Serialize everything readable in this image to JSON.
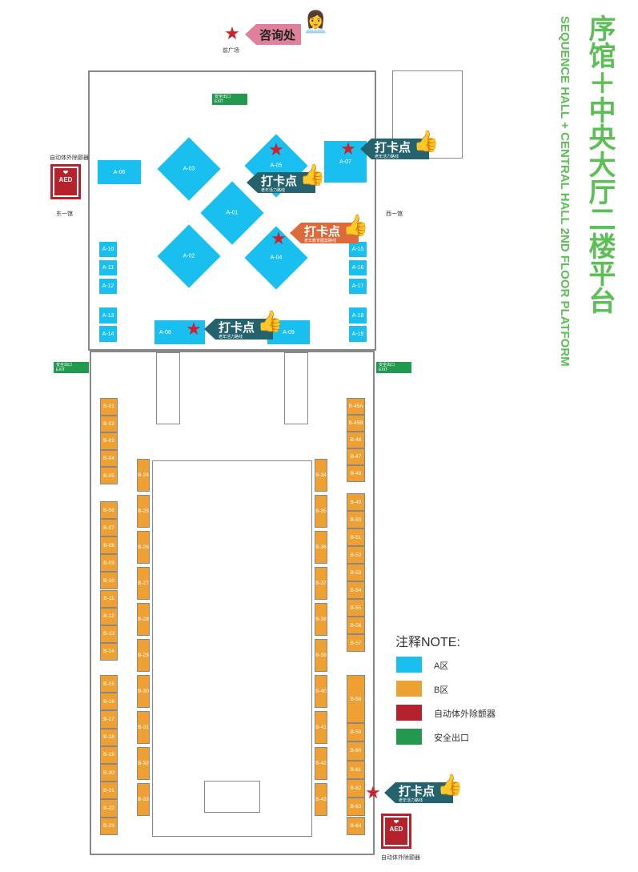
{
  "title_cn": "序馆＋中央大厅二楼平台",
  "title_en": "SEQUENCE HALL + CENTRAL HALL 2ND FLOOR PLATFORM",
  "info_desk": "咨询处",
  "front_plaza": "前广场",
  "east_hall": "东一馆",
  "west_hall": "西一馆",
  "exit_cn": "安全出口",
  "exit_en": "EXIT",
  "aed": "AED",
  "aed_label": "自动体外除颤器",
  "checkin": {
    "label": "打卡点",
    "sub_teal": "老年活力路线",
    "sub_orange": "老年教育图案路线"
  },
  "booths_a": [
    "A-01",
    "A-02",
    "A-03",
    "A-04",
    "A-05",
    "A-06",
    "A-07",
    "A-08",
    "A-09",
    "A-10",
    "A-11",
    "A-12",
    "A-13",
    "A-14",
    "A-15",
    "A-16",
    "A-17",
    "A-18",
    "A-19"
  ],
  "booths_b_left": [
    "B-01",
    "B-02",
    "B-03",
    "B-04",
    "B-05",
    "B-06",
    "B-07",
    "B-08",
    "B-09",
    "B-10",
    "B-11",
    "B-12",
    "B-13",
    "B-14",
    "B-15",
    "B-16",
    "B-17",
    "B-18",
    "B-19",
    "B-20",
    "B-21",
    "B-22",
    "B-23"
  ],
  "booths_b_inner_left": [
    "B-24",
    "B-25",
    "B-26",
    "B-27",
    "B-28",
    "B-29",
    "B-30",
    "B-31",
    "B-32",
    "B-33"
  ],
  "booths_b_inner_right": [
    "B-34",
    "B-35",
    "B-36",
    "B-37",
    "B-38",
    "B-39",
    "B-40",
    "B-41",
    "B-42",
    "B-43"
  ],
  "booths_b_right": [
    "B-45A",
    "B-45B",
    "B-46",
    "B-47",
    "B-48",
    "B-49",
    "B-50",
    "B-51",
    "B-52",
    "B-53",
    "B-54",
    "B-55",
    "B-56",
    "B-57",
    "B-58",
    "B-59",
    "B-60",
    "B-61",
    "B-62",
    "B-63",
    "B-64"
  ],
  "legend": {
    "title": "注释NOTE:",
    "items": [
      {
        "label": "A区",
        "color": "#19bfee"
      },
      {
        "label": "B区",
        "color": "#efa032"
      },
      {
        "label": "自动体外除颤器",
        "color": "#b5222c"
      },
      {
        "label": "安全出口",
        "color": "#23994f"
      }
    ]
  }
}
